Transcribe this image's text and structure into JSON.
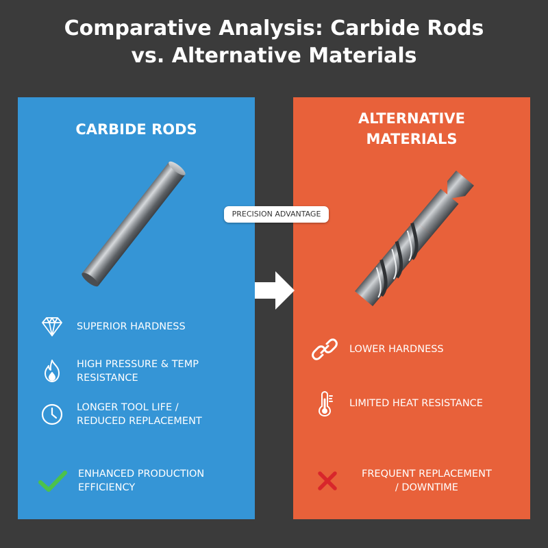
{
  "title": {
    "line1": "Comparative Analysis: Carbide Rods",
    "line2": "vs. Alternative Materials"
  },
  "left_panel": {
    "color": "#3595d6",
    "heading": "CARBIDE RODS",
    "features": [
      {
        "icon": "diamond-icon",
        "lines": [
          "SUPERIOR HARDNESS"
        ]
      },
      {
        "icon": "flame-icon",
        "lines": [
          "HIGH PRESSURE & TEMP",
          "RESISTANCE"
        ]
      },
      {
        "icon": "clock-icon",
        "lines": [
          "LONGER TOOL LIFE /",
          "REDUCED REPLACEMENT"
        ]
      },
      {
        "icon": "checkmark-icon",
        "lines": [
          "ENHANCED PRODUCTION",
          "EFFICIENCY"
        ]
      }
    ]
  },
  "right_panel": {
    "color": "#e8613a",
    "heading": {
      "line1": "ALTERNATIVE",
      "line2": "MATERIALS"
    },
    "features": [
      {
        "icon": "broken-chain-icon",
        "lines": [
          "LOWER HARDNESS"
        ]
      },
      {
        "icon": "thermometer-icon",
        "lines": [
          "LIMITED HEAT RESISTANCE"
        ]
      },
      {
        "icon": "cross-icon",
        "lines": [
          "FREQUENT REPLACEMENT",
          "/ DOWNTIME"
        ]
      }
    ]
  },
  "badge": {
    "label": "PRECISION ADVANTAGE"
  },
  "colors": {
    "check": "#4cc24a",
    "cross": "#d8262b",
    "background": "#3b3b3b"
  }
}
